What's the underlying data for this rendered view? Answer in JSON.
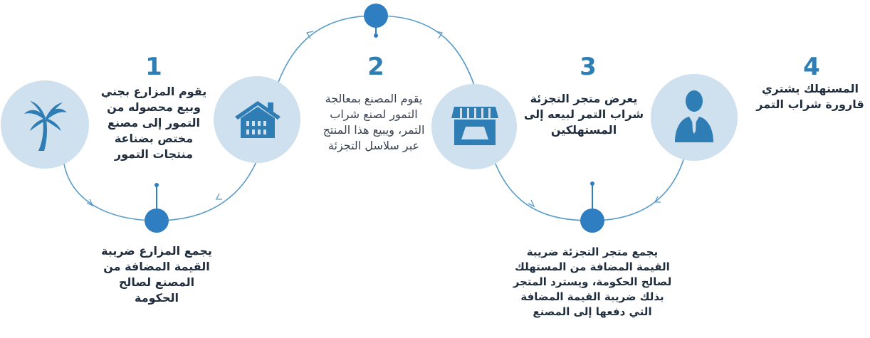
{
  "colors": {
    "accent": "#2e7db5",
    "dot": "#2f7ec2",
    "circle_fill": "#cfe0ee",
    "line": "#5a9cc9",
    "text_dark": "#1f2d3d"
  },
  "steps": [
    {
      "number": "1",
      "icon": "palm-tree-icon",
      "text": "يقوم المزارع بجني وبيع محصوله من التمور إلى مصنع مختص بضناعة منتجات التمور",
      "lines": [
        "يقوم المزارع بجني",
        "وبيع محصوله من",
        "التمور إلى مصنع",
        "مختص بضناعة",
        "منتجات التمور"
      ]
    },
    {
      "number": "2",
      "icon": "factory-icon",
      "text": "يقوم المصنع بمعالجة التمور لصنع شراب التمر، ويبيع هذا المنتج عبر سلاسل التجزئة",
      "lines": [
        "يقوم المصنع بمعالجة",
        "التمور لصنع شراب",
        "التمر، ويبيع هذا المنتج",
        "عبر سلاسل التجزئة"
      ]
    },
    {
      "number": "3",
      "icon": "store-icon",
      "text": "يعرض متجر التجزئة شراب التمر لبيعه إلى المستهلكين",
      "lines": [
        "يعرض متجر التجزئة",
        "شراب التمر لبيعه إلى",
        "المستهلكين"
      ]
    },
    {
      "number": "4",
      "icon": "consumer-icon",
      "text": "المستهلك يشتري قارورة شراب التمر",
      "lines": [
        "المستهلك يشتري",
        "قارورة شراب التمر"
      ]
    }
  ],
  "notes": [
    {
      "text": "يجمع المزارع ضريبة القيمة المضافة من المصنع لصالح الحكومة",
      "lines": [
        "يجمع المزارع ضريبة",
        "القيمة المضافة من",
        "المصنع لصالح",
        "الحكومة"
      ]
    },
    {
      "text": "يجمع متجر التجزئة ضريبة القيمة المضافة من المستهلك لصالح الحكومة، ويسترد المتجر بذلك ضريبة القيمة المضافة التي دفعها إلى المصنع",
      "lines": [
        "يجمع متجر التجزئة ضريبة",
        "القيمة المضافة من المستهلك",
        "لصالح الحكومة، ويسترد المتجر",
        "بذلك ضريبة القيمة المضافة",
        "التي دفعها إلى المصنع"
      ]
    }
  ]
}
